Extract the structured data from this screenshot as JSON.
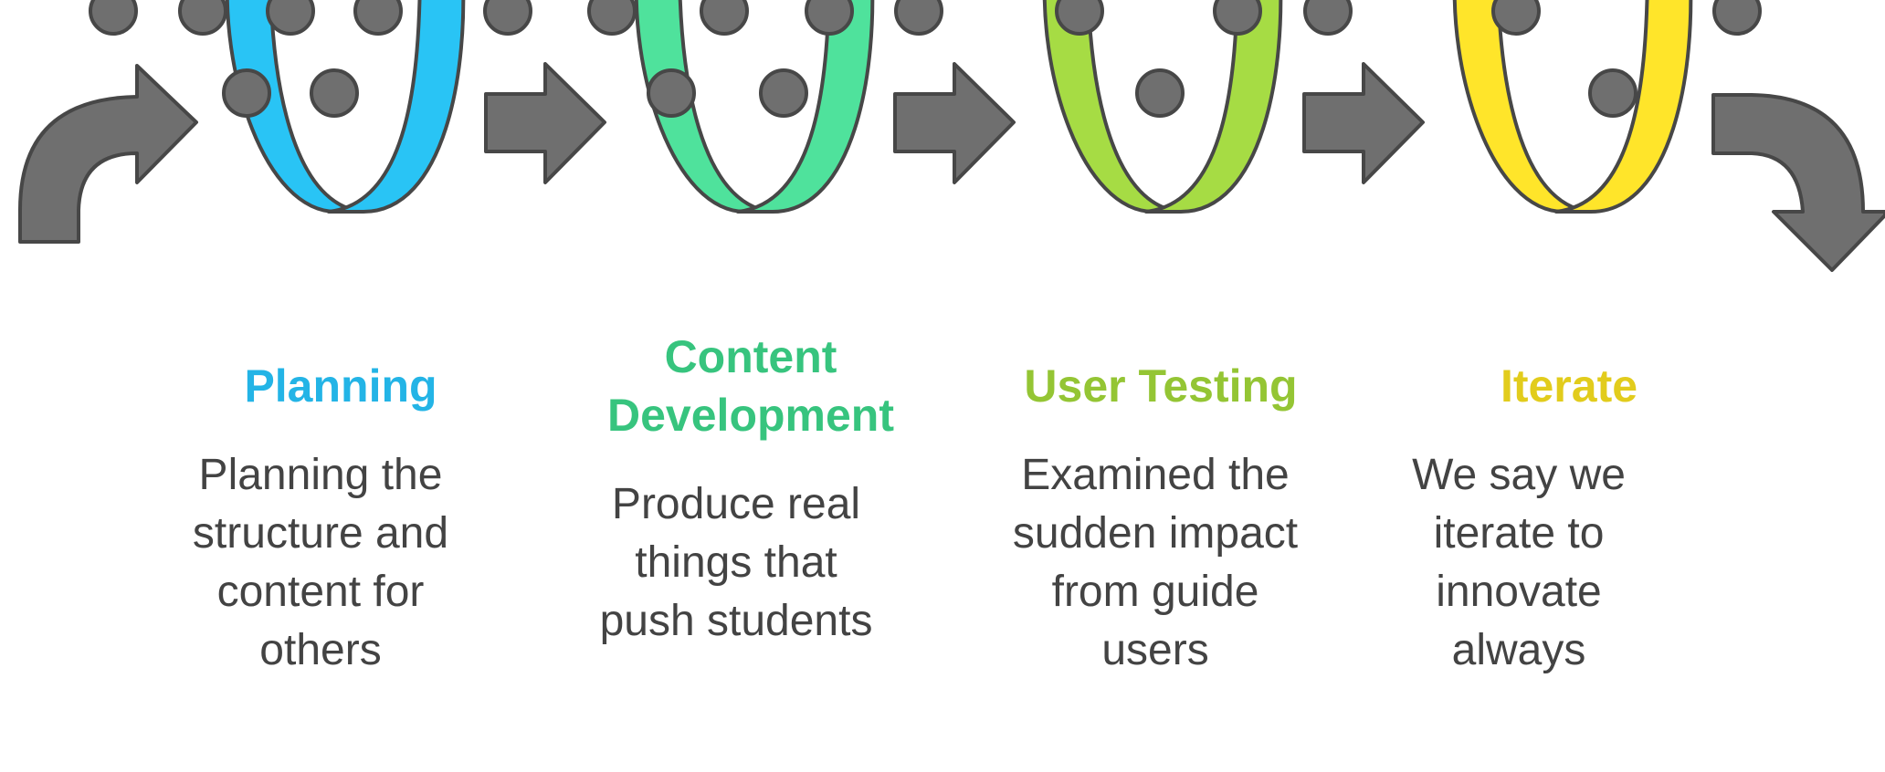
{
  "colors": {
    "outline": "#474747",
    "arrow": "#6f6f6f",
    "dot": "#6f6f6f",
    "background": "#ffffff"
  },
  "stages": [
    {
      "title_lines": [
        "Planning"
      ],
      "description_lines": [
        "Planning the",
        "structure and",
        "content for",
        "others"
      ],
      "color": "#29c4f5",
      "title_color": "#23b4e6"
    },
    {
      "title_lines": [
        "Content",
        "Development"
      ],
      "description_lines": [
        "Produce real",
        "things that",
        "push students"
      ],
      "color": "#4fe29c",
      "title_color": "#37c47e"
    },
    {
      "title_lines": [
        "User Testing"
      ],
      "description_lines": [
        "Examined the",
        "sudden impact",
        "from guide",
        "users"
      ],
      "color": "#a6dc44",
      "title_color": "#94c534"
    },
    {
      "title_lines": [
        "Iterate"
      ],
      "description_lines": [
        "We say we",
        "iterate to",
        "innovate",
        "always"
      ],
      "color": "#ffe52a",
      "title_color": "#e2cc1c"
    }
  ]
}
